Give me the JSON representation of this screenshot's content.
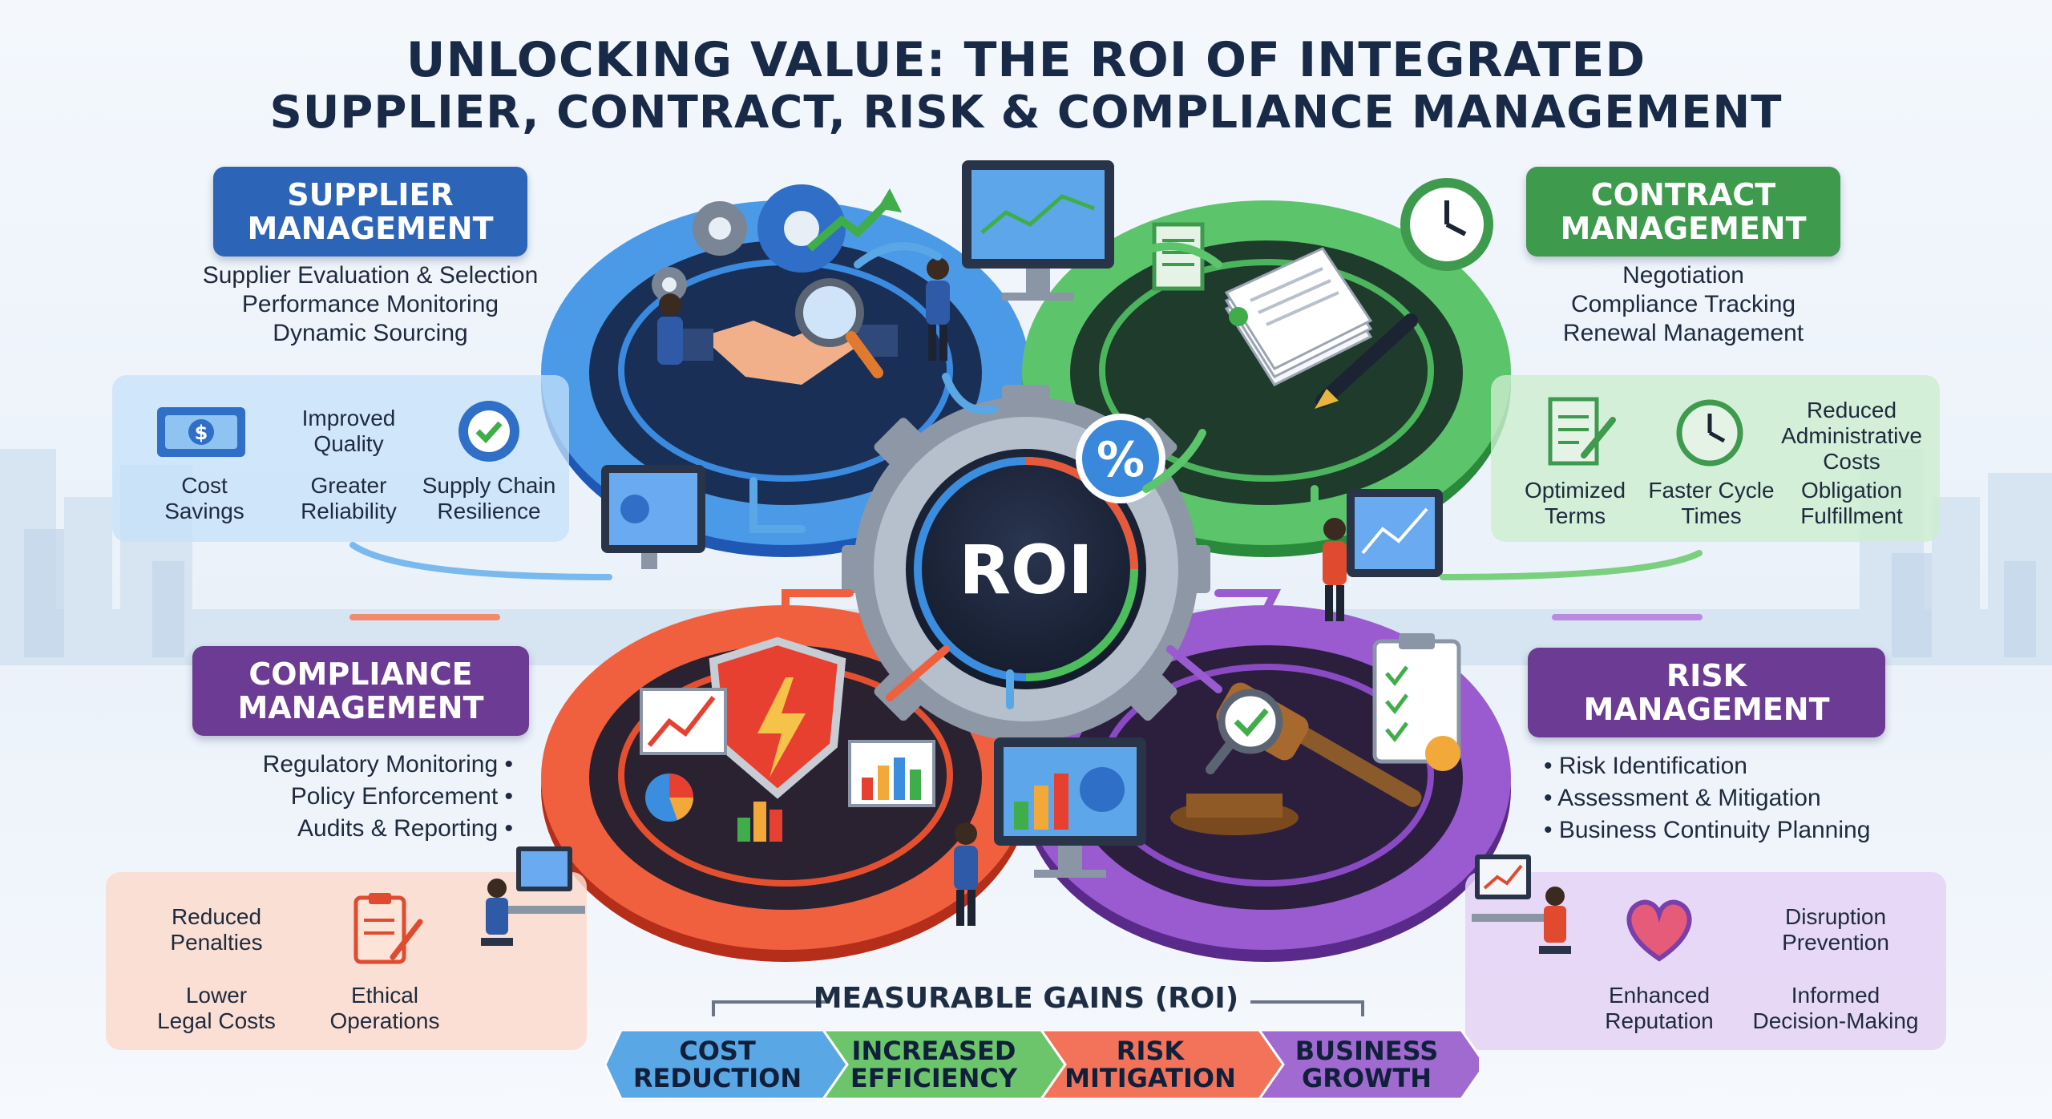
{
  "title": {
    "line1": "UNLOCKING VALUE: THE ROI OF INTEGRATED",
    "line2": "SUPPLIER, CONTRACT, RISK & COMPLIANCE MANAGEMENT"
  },
  "center": {
    "label": "ROI",
    "badge": "%"
  },
  "supplier": {
    "title_lines": [
      "SUPPLIER",
      "MANAGEMENT"
    ],
    "items": [
      "Supplier Evaluation & Selection",
      "Performance Monitoring",
      "Dynamic Sourcing"
    ],
    "benefits": {
      "cost_savings": [
        "Cost",
        "Savings"
      ],
      "improved_quality": [
        "Improved",
        "Quality"
      ],
      "greater_reliability": [
        "Greater",
        "Reliability"
      ],
      "supply_chain": [
        "Supply Chain",
        "Resilience"
      ]
    }
  },
  "contract": {
    "title_lines": [
      "CONTRACT",
      "MANAGEMENT"
    ],
    "items": [
      "Negotiation",
      "Compliance Tracking",
      "Renewal Management"
    ],
    "benefits": {
      "reduced_admin": [
        "Reduced",
        "Administrative",
        "Costs"
      ],
      "optimized_terms": [
        "Optimized",
        "Terms"
      ],
      "faster_cycle": [
        "Faster Cycle",
        "Times"
      ],
      "obligation": [
        "Obligation",
        "Fulfillment"
      ]
    }
  },
  "compliance": {
    "title_lines": [
      "COMPLIANCE",
      "MANAGEMENT"
    ],
    "items": [
      "Regulatory Monitoring •",
      "Policy Enforcement •",
      "Audits & Reporting •"
    ],
    "benefits": {
      "reduced_penalties": [
        "Reduced",
        "Penalties"
      ],
      "lower_legal": [
        "Lower",
        "Legal Costs"
      ],
      "ethical": [
        "Ethical",
        "Operations"
      ]
    }
  },
  "risk": {
    "title_lines": [
      "RISK",
      "MANAGEMENT"
    ],
    "items": [
      "• Risk Identification",
      "• Assessment & Mitigation",
      "• Business Continuity Planning"
    ],
    "benefits": {
      "disruption": [
        "Disruption",
        "Prevention"
      ],
      "reputation": [
        "Enhanced",
        "Reputation"
      ],
      "informed": [
        "Informed",
        "Decision-Making"
      ]
    }
  },
  "gains": {
    "label": "MEASURABLE GAINS (ROI)",
    "steps": [
      {
        "lines": [
          "COST",
          "REDUCTION"
        ],
        "color": "#5aa7e6"
      },
      {
        "lines": [
          "INCREASED",
          "EFFICIENCY"
        ],
        "color": "#6cc56b"
      },
      {
        "lines": [
          "RISK",
          "MITIGATION"
        ],
        "color": "#f2735a"
      },
      {
        "lines": [
          "BUSINESS",
          "GROWTH"
        ],
        "color": "#a06ad0"
      }
    ]
  },
  "colors": {
    "supplier": "#2c64b8",
    "contract": "#3e9a4c",
    "compliance": "#e4502f",
    "risk": "#7a3fa8",
    "title": "#182a48"
  }
}
